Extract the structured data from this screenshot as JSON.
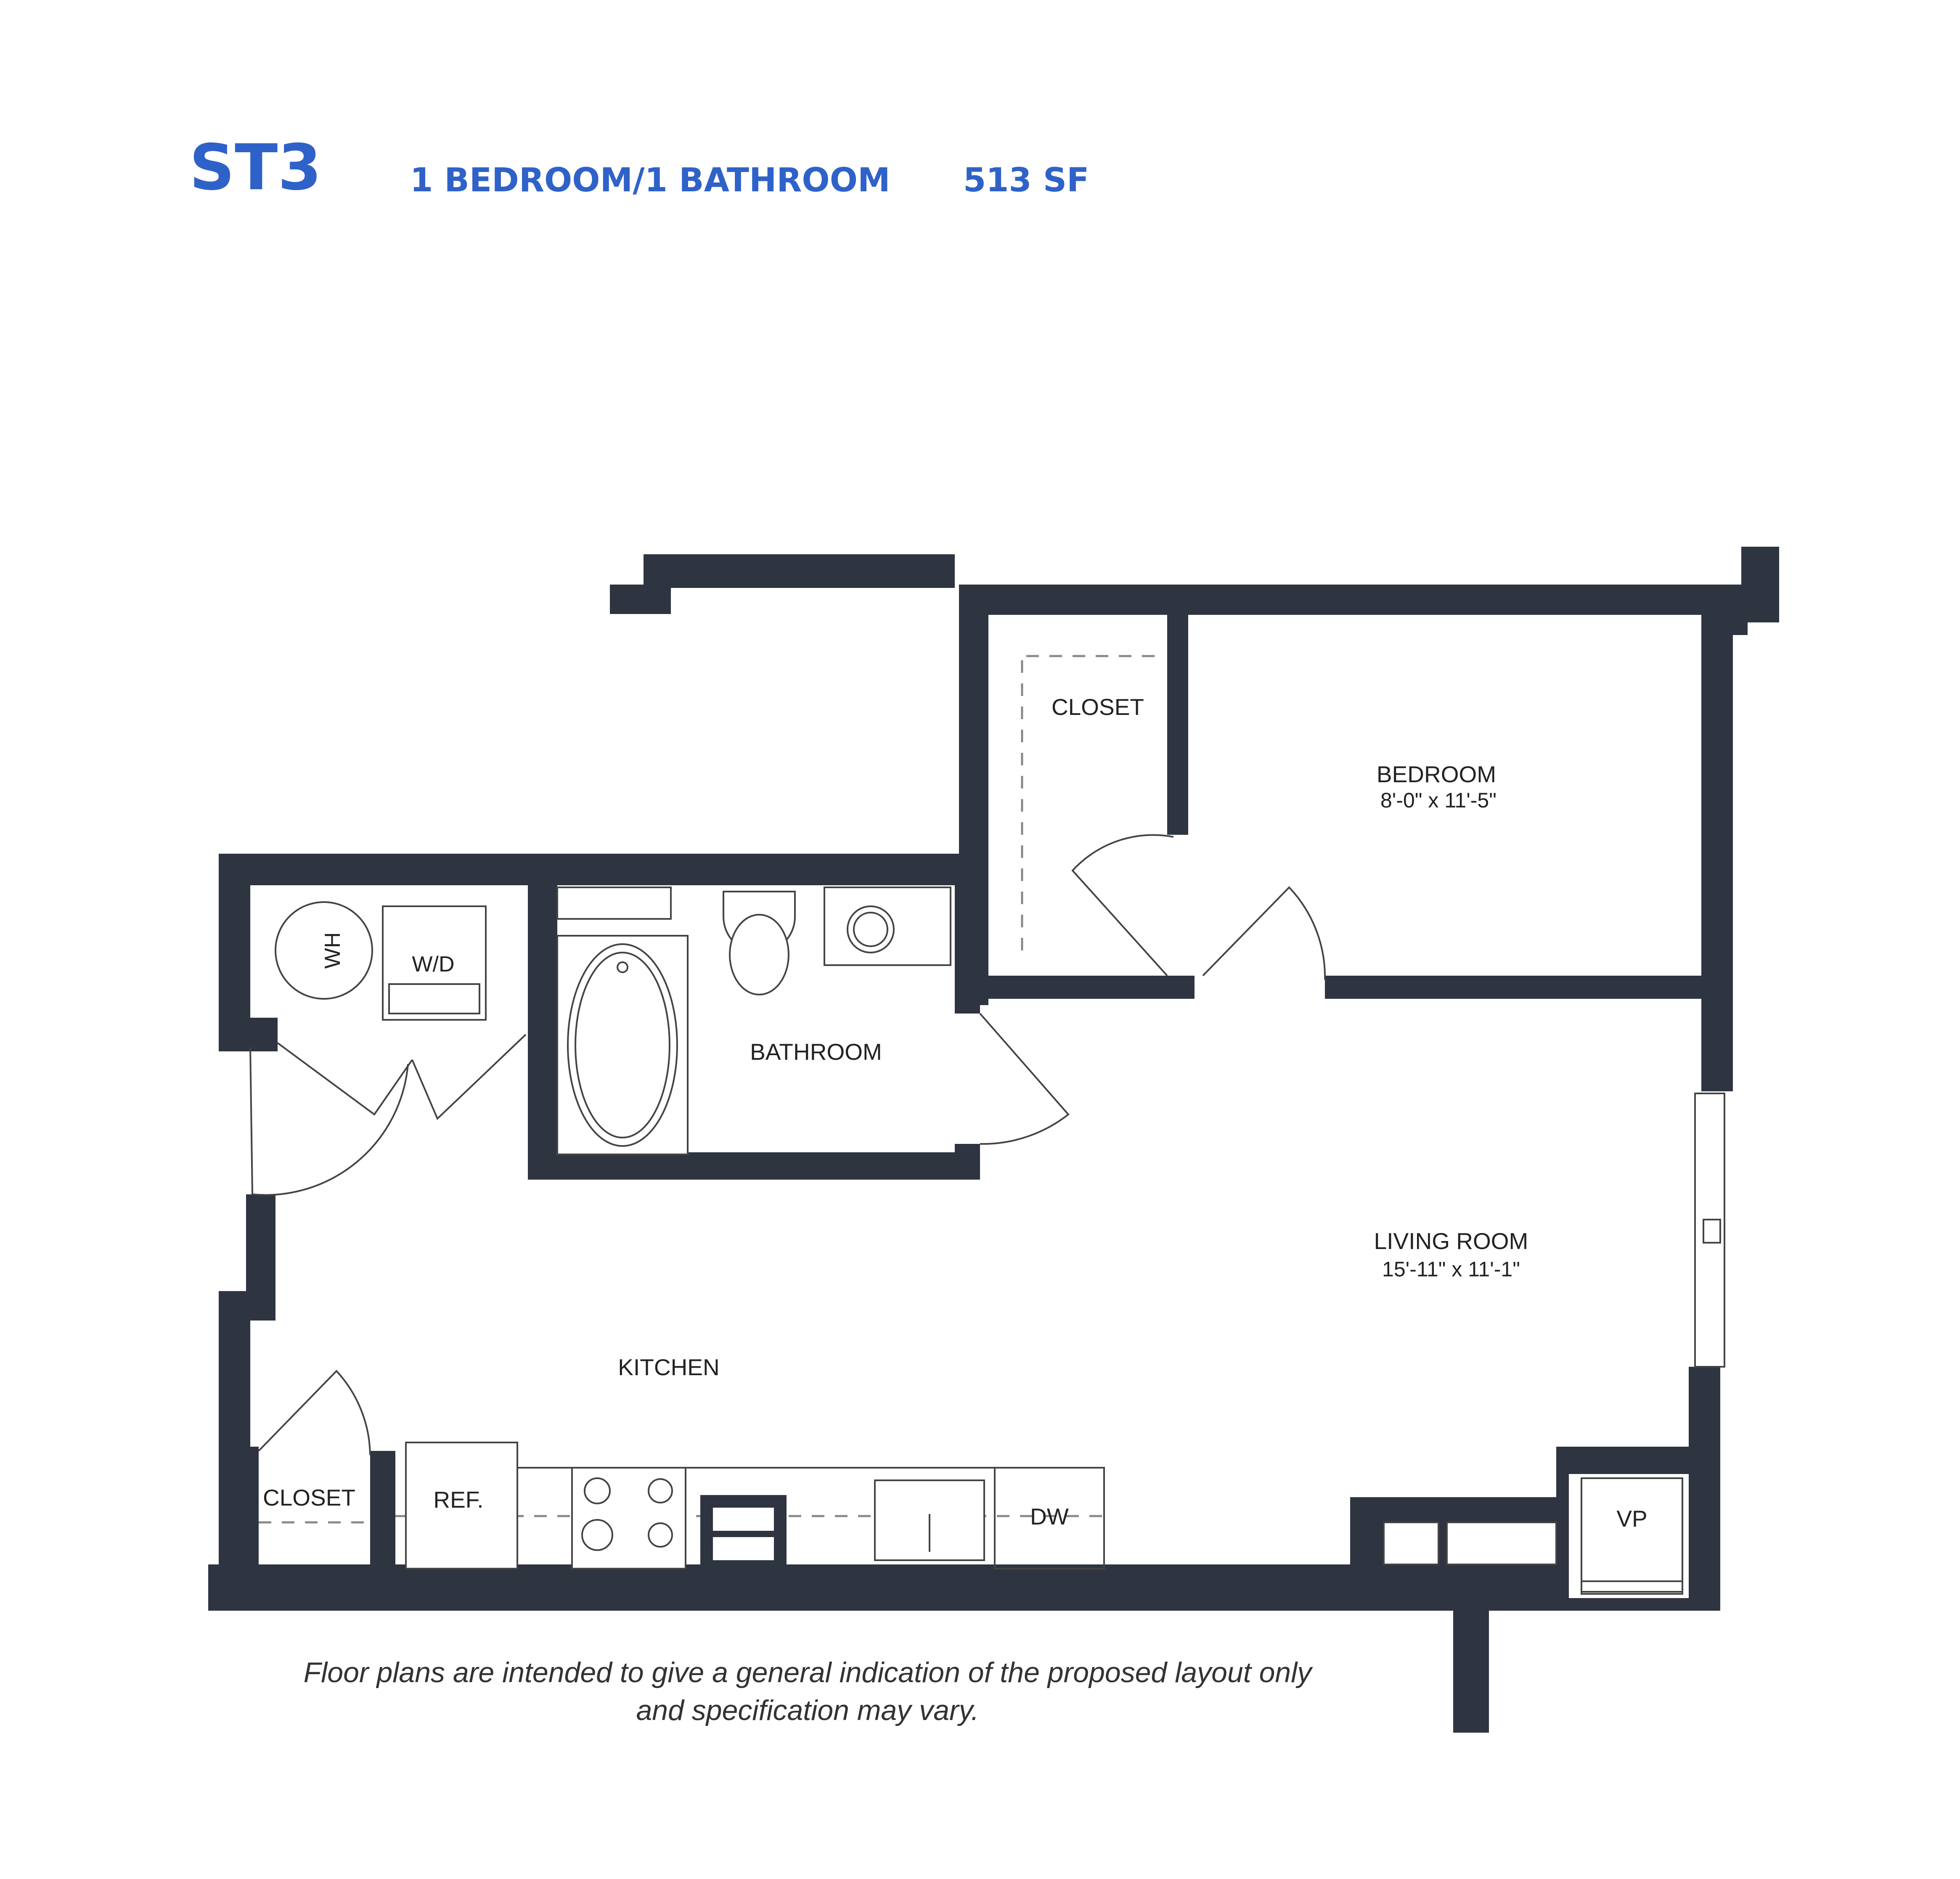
{
  "header": {
    "unit_code": "ST3",
    "unit_type": "1 BEDROOM/1 BATHROOM",
    "area": "513 SF"
  },
  "rooms": {
    "closet_bedroom": "CLOSET",
    "bedroom": {
      "name": "BEDROOM",
      "size": "8'-0\" x 11'-5\""
    },
    "bathroom": "BATHROOM",
    "living_room": {
      "name": "LIVING ROOM",
      "size": "15'-11\" x 11'-1\""
    },
    "kitchen": "KITCHEN",
    "closet_kitchen": "CLOSET"
  },
  "fixtures": {
    "water_heater": "WH",
    "washer_dryer": "W/D",
    "refrigerator": "REF.",
    "dishwasher": "DW",
    "valve_panel": "VP"
  },
  "disclaimer": {
    "line1": "Floor plans are intended to give a general indication of the proposed layout only",
    "line2": "and specification may vary."
  },
  "colors": {
    "heading": "#2f62c9",
    "wall": "#2e3440"
  }
}
